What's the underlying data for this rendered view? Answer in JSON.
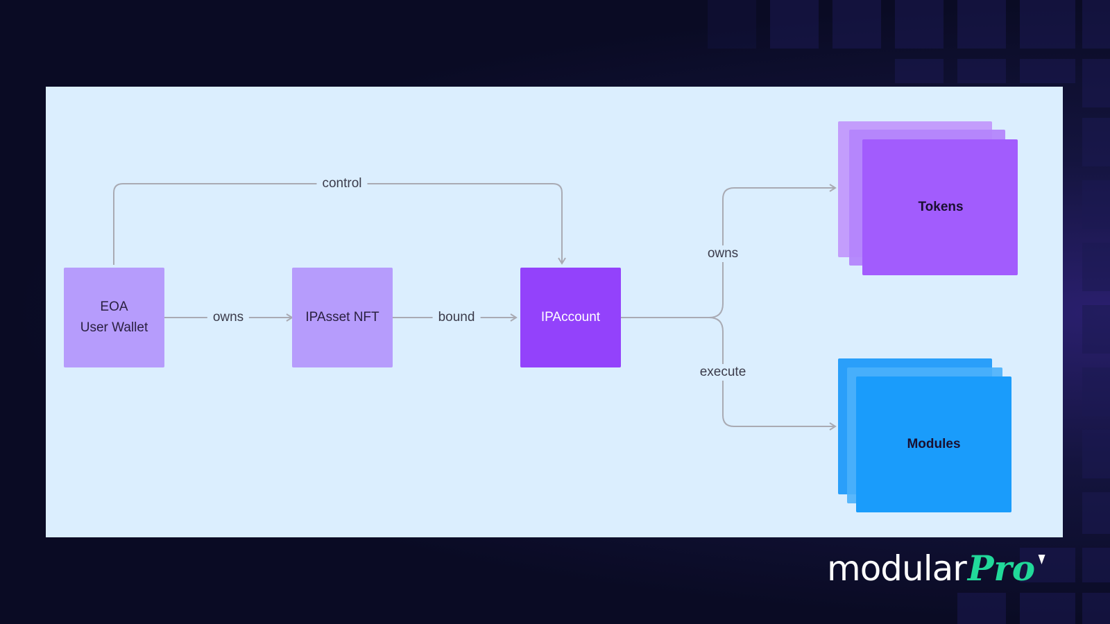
{
  "diagram": {
    "nodes": {
      "eoa": {
        "label": "EOA\nUser Wallet",
        "color": "#b69cfc"
      },
      "ipasset": {
        "label": "IPAsset NFT",
        "color": "#b69cfc"
      },
      "ipaccount": {
        "label": "IPAccount",
        "color": "#9342fb"
      },
      "tokens": {
        "label": "Tokens",
        "color": "#a25cfd"
      },
      "modules": {
        "label": "Modules",
        "color": "#1a9cfb"
      }
    },
    "edges": {
      "control": "control",
      "owns_asset": "owns",
      "bound": "bound",
      "owns_tokens": "owns",
      "execute": "execute"
    }
  },
  "branding": {
    "logo_main": "modular",
    "logo_accent": "Pro",
    "logo_accent_color": "#21d99a"
  }
}
